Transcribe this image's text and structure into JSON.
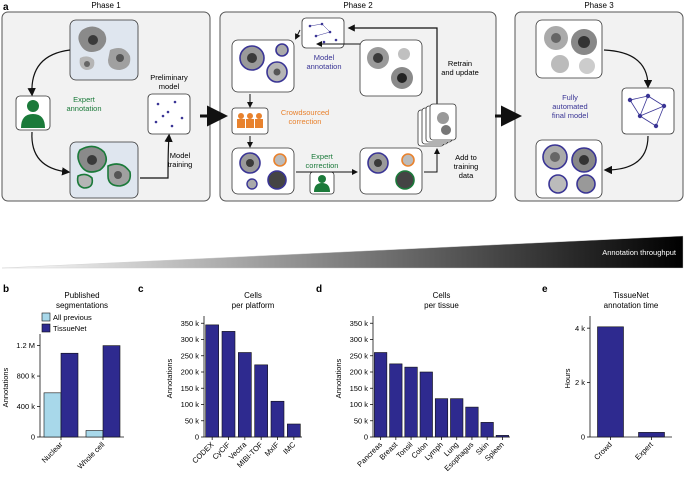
{
  "panel_a": {
    "letter": "a",
    "phase1": {
      "title": "Phase 1",
      "expert_annotation": [
        "Expert",
        "annotation"
      ],
      "preliminary_model": [
        "Preliminary",
        "model"
      ],
      "model_training": [
        "Model",
        "training"
      ]
    },
    "phase2": {
      "title": "Phase 2",
      "model_annotation": [
        "Model",
        "annotation"
      ],
      "retrain": [
        "Retrain",
        "and update"
      ],
      "crowdsourced": [
        "Crowdsourced",
        "correction"
      ],
      "expert_correction": [
        "Expert",
        "correction"
      ],
      "add_training": [
        "Add to",
        "training",
        "data"
      ]
    },
    "phase3": {
      "title": "Phase 3",
      "fully_automated": [
        "Fully",
        "automated",
        "final model"
      ]
    },
    "throughput_label": "Annotation throughput",
    "colors": {
      "expert": "#1b7a3a",
      "crowd": "#e8822e",
      "model": "#3a3595",
      "box_bg": "#f2f2f2"
    }
  },
  "chart_data": [
    {
      "panel": "b",
      "type": "bar",
      "title": [
        "Published",
        "segmentations"
      ],
      "ylabel": "Annotations",
      "categories": [
        "Nuclear",
        "Whole cell"
      ],
      "series": [
        {
          "name": "All previous",
          "color": "#a8d8ea",
          "values": [
            580000,
            85000
          ]
        },
        {
          "name": "TissueNet",
          "color": "#2e2a8f",
          "values": [
            1100000,
            1200000
          ]
        }
      ],
      "yticks": [
        "0",
        "400 k",
        "800 k",
        "1.2 M"
      ],
      "ytick_values": [
        0,
        400000,
        800000,
        1200000
      ],
      "ylim": [
        0,
        1300000
      ]
    },
    {
      "panel": "c",
      "type": "bar",
      "title": [
        "Cells",
        "per platform"
      ],
      "ylabel": "Annotations",
      "categories": [
        "CODEX",
        "CyCIF",
        "Vectra",
        "MIBI-TOF",
        "MxIF",
        "IMC"
      ],
      "values": [
        345000,
        325000,
        260000,
        222000,
        110000,
        40000
      ],
      "color": "#2e2a8f",
      "yticks": [
        "0",
        "50 k",
        "100 k",
        "150 k",
        "200 k",
        "250 k",
        "300 k",
        "350 k"
      ],
      "ytick_values": [
        0,
        50000,
        100000,
        150000,
        200000,
        250000,
        300000,
        350000
      ],
      "ylim": [
        0,
        360000
      ]
    },
    {
      "panel": "d",
      "type": "bar",
      "title": [
        "Cells",
        "per tissue"
      ],
      "ylabel": "Annotations",
      "categories": [
        "Pancreas",
        "Breast",
        "Tonsil",
        "Colon",
        "Lymph",
        "Lung",
        "Esophagus",
        "Skin",
        "Spleen"
      ],
      "values": [
        260000,
        225000,
        215000,
        200000,
        118000,
        118000,
        92000,
        45000,
        5000
      ],
      "color": "#2e2a8f",
      "yticks": [
        "0",
        "50 k",
        "100 k",
        "150 k",
        "200 k",
        "250 k",
        "300 k",
        "350 k"
      ],
      "ytick_values": [
        0,
        50000,
        100000,
        150000,
        200000,
        250000,
        300000,
        350000
      ],
      "ylim": [
        0,
        360000
      ]
    },
    {
      "panel": "e",
      "type": "bar",
      "title": [
        "TissueNet",
        "annotation time"
      ],
      "ylabel": "Hours",
      "categories": [
        "Crowd",
        "Expert"
      ],
      "values": [
        4050,
        170
      ],
      "color": "#2e2a8f",
      "yticks": [
        "0",
        "2 k",
        "4 k"
      ],
      "ytick_values": [
        0,
        2000,
        4000
      ],
      "ylim": [
        0,
        4300
      ]
    }
  ]
}
